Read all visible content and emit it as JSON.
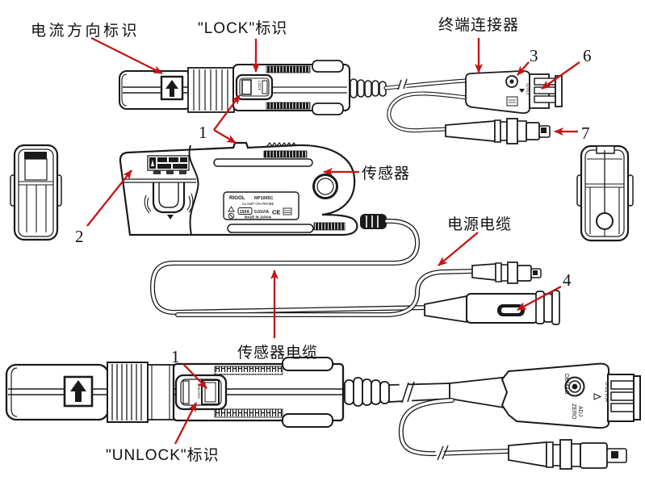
{
  "colors": {
    "ink": "#1a1a1a",
    "arrow_red": "#c41414"
  },
  "callouts": {
    "current_direction_label": "电流方向标识",
    "lock_label": "\"LOCK\"标识",
    "terminal_connector_label": "终端连接器",
    "sensor_label": "传感器",
    "power_cable_label": "电源电缆",
    "sensor_cable_label": "传感器电缆",
    "unlock_label": "\"UNLOCK\"标识",
    "num1_top": "1",
    "num1_bottom": "1",
    "num2": "2",
    "num3": "3",
    "num4": "4",
    "num6": "6",
    "num7": "7"
  },
  "probe_markings": {
    "lock_switch": "LOCK",
    "unlock_switch": "UNLOCK",
    "brand": "RIGOL",
    "model": "RP1005C",
    "type": "CLAMP ON PROBE",
    "current_rating": "150A",
    "ratio": "0.01V/A",
    "ce": "CE",
    "origin": "MADE IN JAPAN"
  },
  "connector_markings": {
    "demag": "DEMAG",
    "ratio": "0.01V/A",
    "zero": "ZERO",
    "adj": "ADJ",
    "output": "OUTPUT"
  }
}
